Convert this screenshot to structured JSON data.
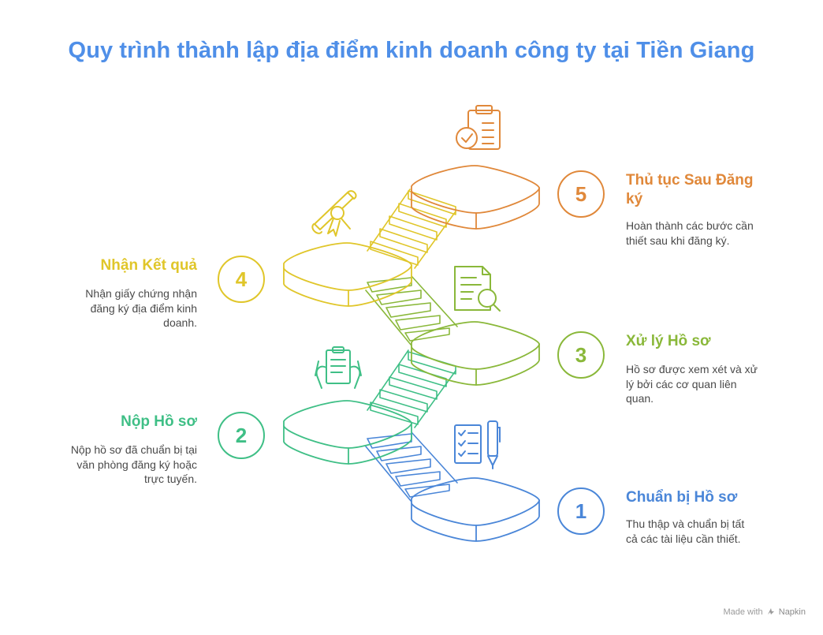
{
  "title": "Quy trình thành lập địa điểm kinh doanh công ty tại Tiền Giang",
  "colors": {
    "title": "#4f8fe8",
    "step1": "#4a86d8",
    "step2": "#3fbf86",
    "step3": "#8ab83a",
    "step4": "#e0c62a",
    "step5": "#e0883a"
  },
  "steps": [
    {
      "number": "1",
      "title": "Chuẩn bị Hồ sơ",
      "description": [
        "Thu thập và chuẩn bị tất",
        "cả các tài liệu cần thiết."
      ],
      "icon": "checklist-pen-icon"
    },
    {
      "number": "2",
      "title": "Nộp Hồ sơ",
      "description": [
        "Nộp hồ sơ đã chuẩn bị tại",
        "văn phòng đăng ký hoặc",
        "trực tuyến."
      ],
      "icon": "hands-holding-document-icon"
    },
    {
      "number": "3",
      "title": "Xử lý Hồ sơ",
      "description": [
        "Hồ sơ được xem xét và xử",
        "lý bởi các cơ quan liên",
        "quan."
      ],
      "icon": "document-search-icon"
    },
    {
      "number": "4",
      "title": "Nhận Kết quả",
      "description": [
        "Nhận giấy chứng nhận",
        "đăng ký địa điểm kinh",
        "doanh."
      ],
      "icon": "diploma-scroll-icon"
    },
    {
      "number": "5",
      "title_lines": [
        "Thủ tục Sau Đăng",
        "ký"
      ],
      "description": [
        "Hoàn thành các bước cần",
        "thiết sau khi đăng ký."
      ],
      "icon": "clipboard-check-icon"
    }
  ],
  "footer": {
    "made_with": "Made with",
    "brand": "Napkin"
  }
}
